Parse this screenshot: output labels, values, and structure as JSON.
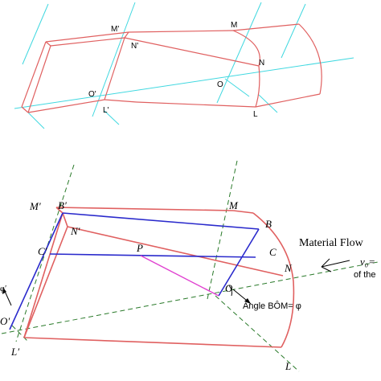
{
  "top_diagram": {
    "labels": {
      "m_prime": "M'",
      "n_prime": "N'",
      "o_prime": "O'",
      "l_prime": "L'",
      "m": "M",
      "n": "N",
      "o": "O",
      "l": "L"
    }
  },
  "bottom_diagram": {
    "labels": {
      "m_prime": "M′",
      "b_prime": "B′",
      "m": "M",
      "b": "B",
      "n_prime": "N′",
      "c_prime": "C′",
      "p": "P",
      "c": "C",
      "n": "N",
      "o": "O",
      "o_prime": "O′",
      "l_prime": "L′",
      "l": "L",
      "phi_prime": "φ′",
      "angle": "Angle BÔM= φ",
      "material_flow": "Material Flow",
      "v0": "v₀=",
      "of_the": "of the"
    }
  },
  "colors": {
    "outline": "#e06060",
    "axis": "#40d8e0",
    "blue": "#2a2acc",
    "magenta": "#e040d0",
    "dashed": "#2a7a2a",
    "text": "#000000"
  }
}
